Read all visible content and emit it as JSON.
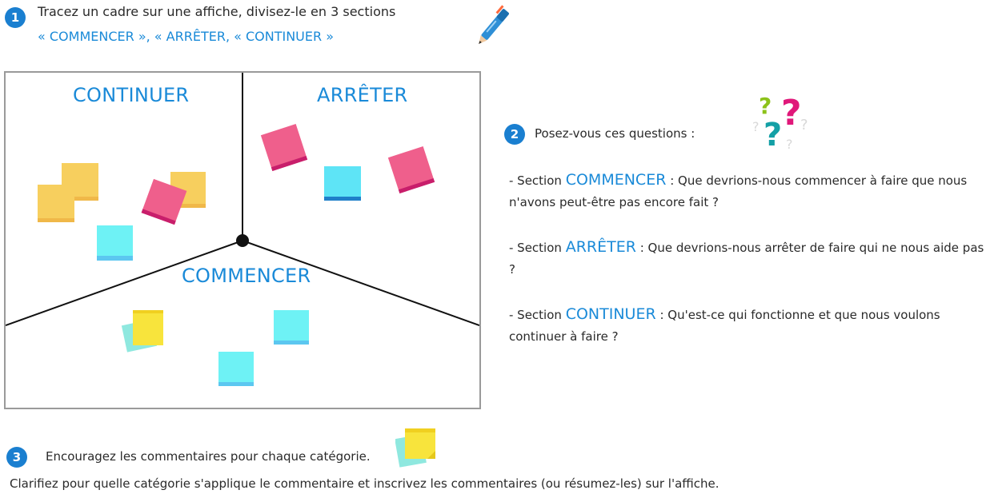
{
  "step1": {
    "number": "1",
    "line1": "Tracez un cadre sur une affiche, divisez-le en 3 sections",
    "line2": "« COMMENCER », « ARRÊTER, « CONTINUER »"
  },
  "poster": {
    "sections": {
      "continuer": "CONTINUER",
      "arreter": "ARRÊTER",
      "commencer": "COMMENCER"
    }
  },
  "step2": {
    "number": "2",
    "heading": "Posez-vous ces questions :",
    "items": [
      {
        "prefix": "- Section",
        "keyword": "COMMENCER",
        "text": ": Que devrions-nous commencer à faire que nous n'avons peut-être pas encore fait ?"
      },
      {
        "prefix": "- Section",
        "keyword": "ARRÊTER",
        "text": ": Que devrions-nous arrêter de faire qui ne nous aide pas ?"
      },
      {
        "prefix": "- Section",
        "keyword": "CONTINUER",
        "text": ": Qu'est-ce qui fonctionne et que nous voulons continuer à faire ?"
      }
    ]
  },
  "step3": {
    "number": "3",
    "line1": "Encouragez les commentaires pour chaque catégorie.",
    "line2": "Clarifiez pour quelle catégorie s'applique le commentaire et inscrivez les commentaires (ou résumez-les) sur l'affiche."
  },
  "icons": {
    "pen": "pen-icon",
    "questions": "question-marks-icon",
    "sticky": "sticky-notes-icon"
  },
  "colors": {
    "accent": "#1a8ad8",
    "note_yellow": "#f7cf5e",
    "note_pink": "#ef5f8c",
    "note_cyan": "#6ef2f5",
    "note_bright_yellow": "#f8e43c"
  }
}
